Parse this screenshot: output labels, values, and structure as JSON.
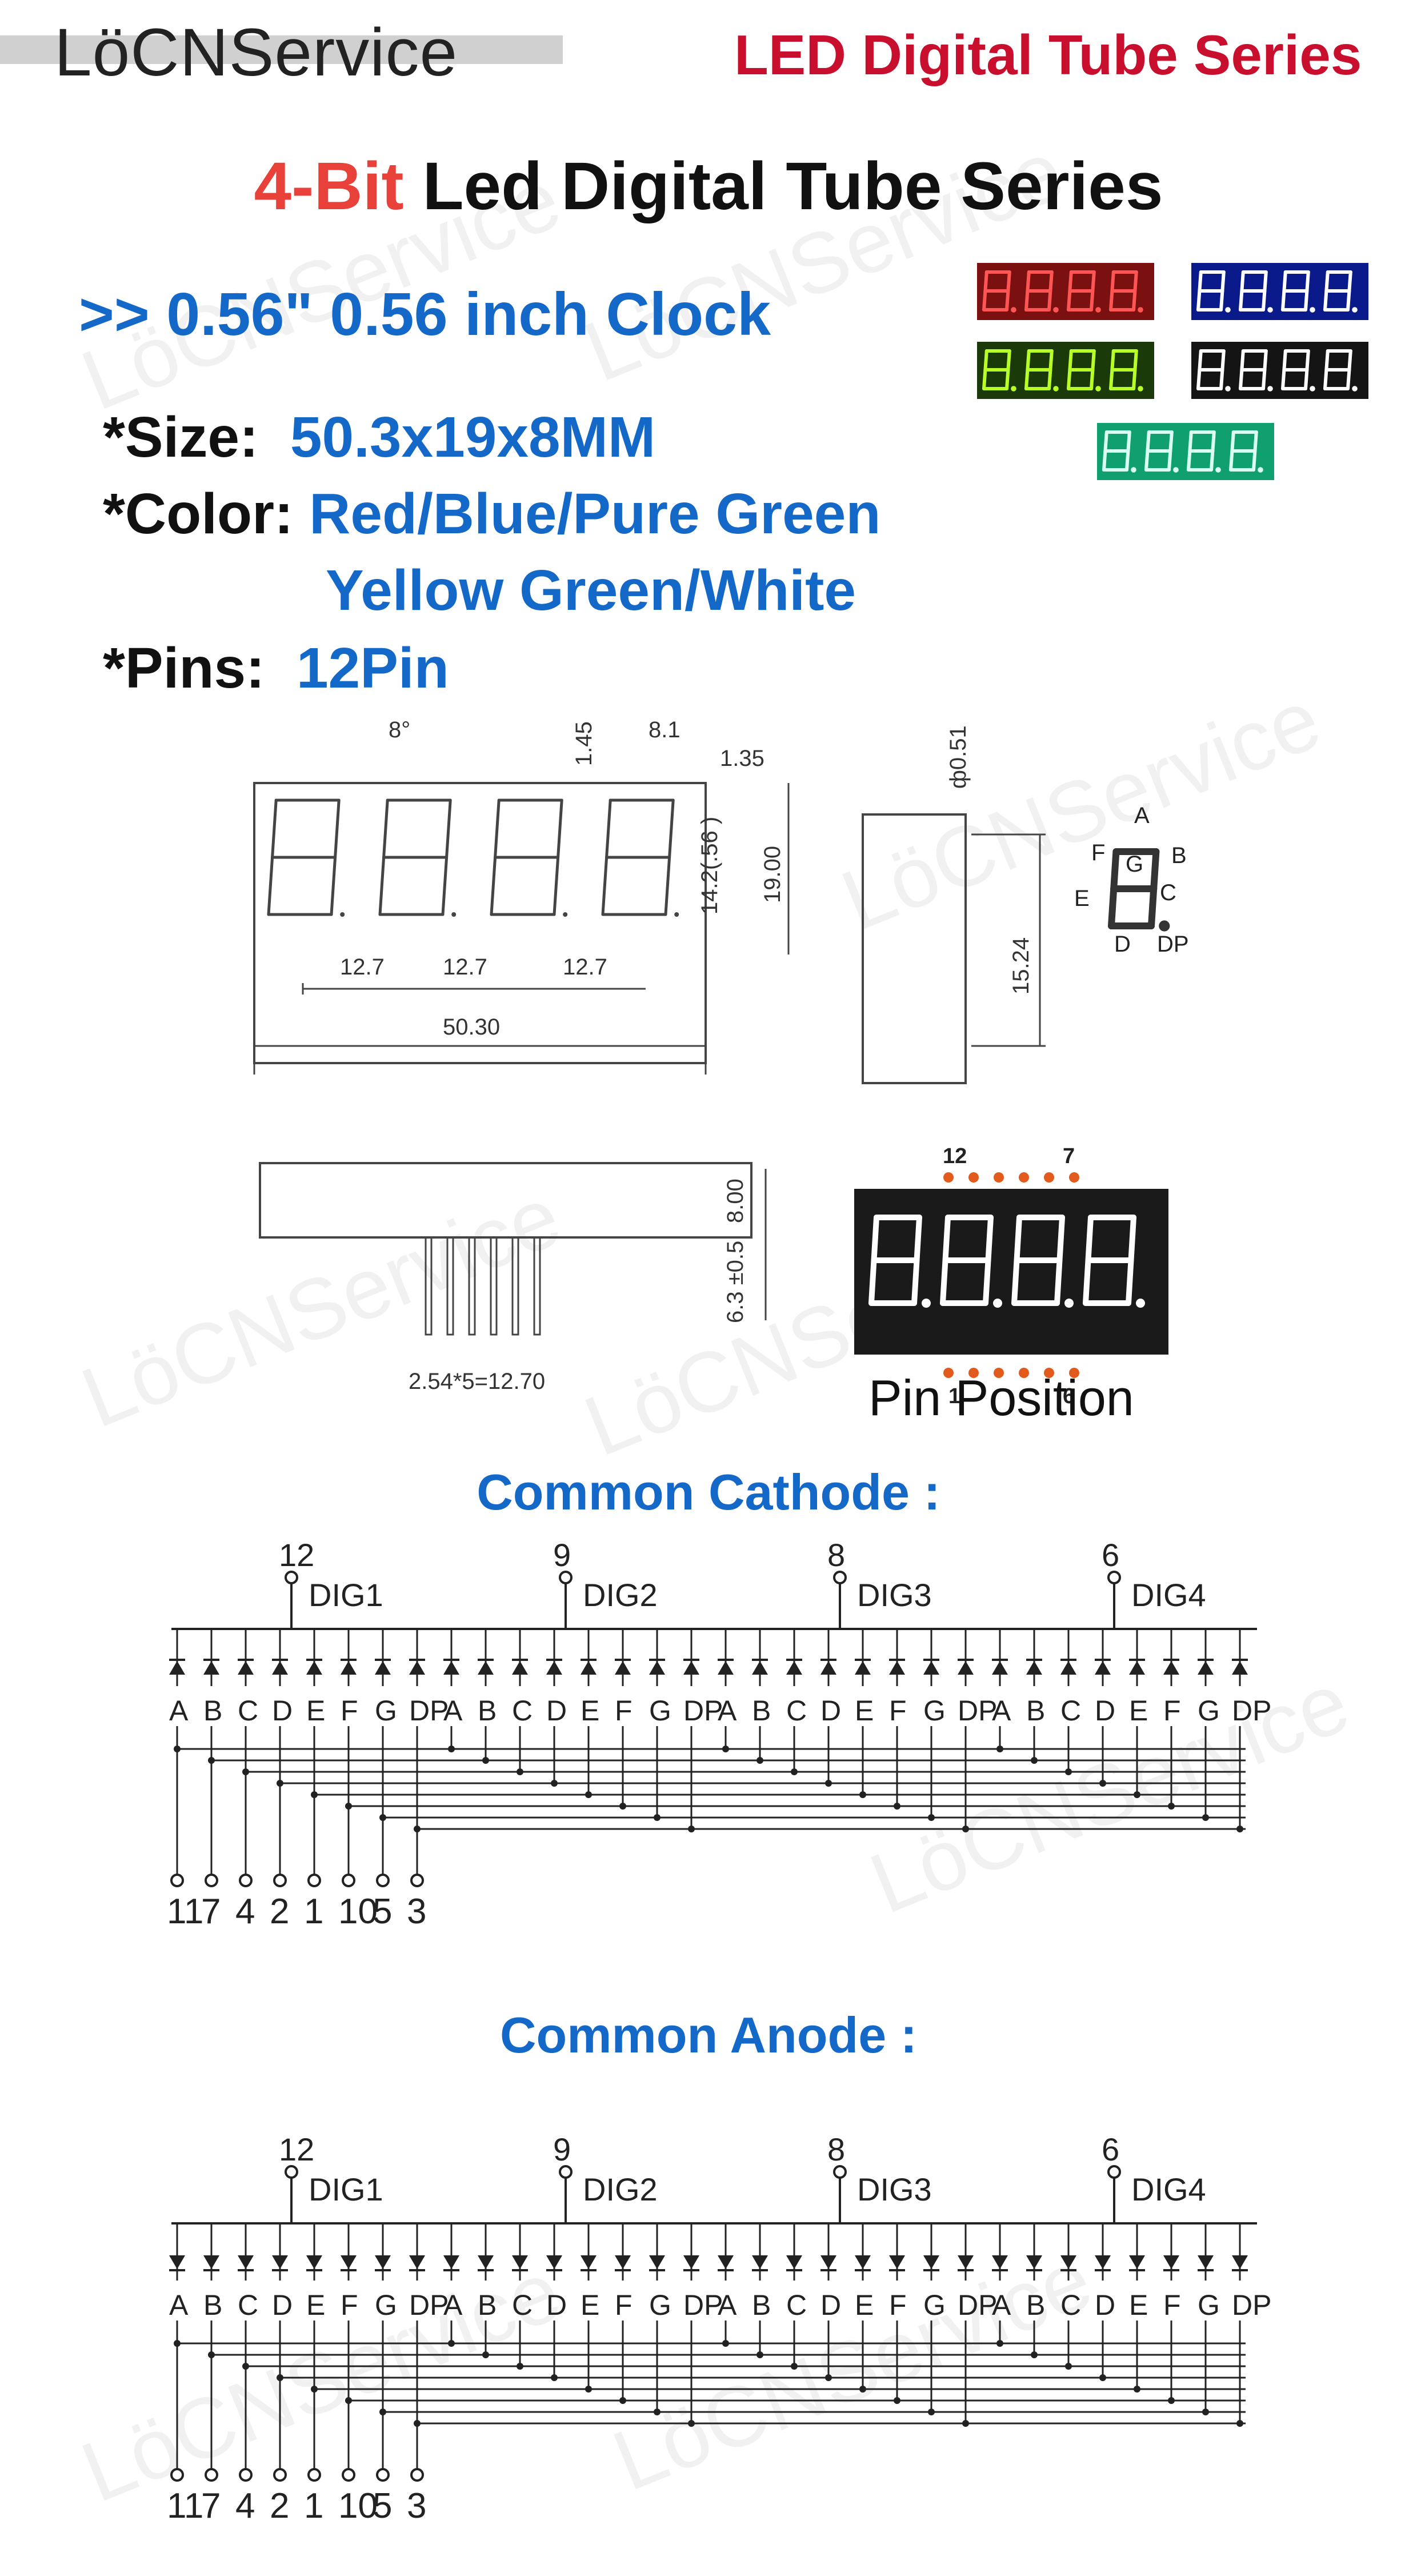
{
  "header": {
    "logo": "LöCNService",
    "series_tag": "LED Digital Tube Series"
  },
  "title": {
    "accent": "4-Bit",
    "rest": " Led Digital Tube Series"
  },
  "subtitle": ">>  0.56\"  0.56 inch Clock",
  "specs": {
    "size_label": "*Size:",
    "size_value": "50.3x19x8MM",
    "color_label": "*Color:",
    "color_value_1": "Red/Blue/Pure Green",
    "color_value_2": "Yellow Green/White",
    "pins_label": "*Pins:",
    "pins_value": "12Pin"
  },
  "variants": [
    {
      "color": "#ff5555",
      "bg": "#7a1010"
    },
    {
      "color": "#ffffff",
      "bg": "#0a1a8a"
    },
    {
      "color": "#b8ff2a",
      "bg": "#1a3a0a"
    },
    {
      "color": "#ffffff",
      "bg": "#141414"
    },
    {
      "color": "#d8fff0",
      "bg": "#10a070"
    }
  ],
  "dimensions": {
    "angle": "8°",
    "d_145": "1.45",
    "d_81": "8.1",
    "d_135": "1.35",
    "d_142": "14.2(.56 )",
    "d_19": "19.00",
    "d_127": "12.7",
    "d_503": "50.30",
    "d_051": "ф0.51",
    "d_1524": "15.24",
    "d_800": "8.00",
    "d_63": "6.3 ±0.5",
    "pitch": "2.54*5=12.70"
  },
  "segment_labels": [
    "A",
    "B",
    "C",
    "D",
    "E",
    "F",
    "G",
    "DP"
  ],
  "pin_position": {
    "label": "Pin Position",
    "top_left": "12",
    "top_right": "7",
    "bottom_left": "1",
    "bottom_right": "6"
  },
  "cathode": {
    "heading": "Common Cathode :",
    "digits": [
      {
        "pin": "12",
        "name": "DIG1"
      },
      {
        "pin": "9",
        "name": "DIG2"
      },
      {
        "pin": "8",
        "name": "DIG3"
      },
      {
        "pin": "6",
        "name": "DIG4"
      }
    ],
    "segment_pins": [
      "11",
      "7",
      "4",
      "2",
      "1",
      "10",
      "5",
      "3"
    ]
  },
  "anode": {
    "heading": "Common Anode :",
    "digits": [
      {
        "pin": "12",
        "name": "DIG1"
      },
      {
        "pin": "9",
        "name": "DIG2"
      },
      {
        "pin": "8",
        "name": "DIG3"
      },
      {
        "pin": "6",
        "name": "DIG4"
      }
    ],
    "segment_pins": [
      "11",
      "7",
      "4",
      "2",
      "1",
      "10",
      "5",
      "3"
    ]
  },
  "watermark": "LöCNService",
  "colors": {
    "accent_blue": "#1468c8",
    "brand_red": "#c8102e",
    "title_red": "#e8413a"
  }
}
